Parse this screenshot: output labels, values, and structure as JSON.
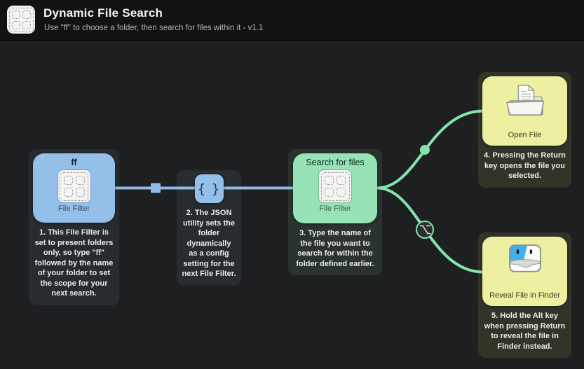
{
  "header": {
    "title": "Dynamic File Search",
    "subtitle": "Use \"ff\" to choose a folder, then search for files within it - v1.1",
    "icon": "file-filter-icon"
  },
  "colors": {
    "node_blue": "#93bfe9",
    "node_green": "#97e2b6",
    "node_yellow": "#edf0a1",
    "line_blue": "#8fbbe9",
    "line_green": "#85e3ac",
    "canvas_bg": "#1e1f20",
    "header_bg": "#121214"
  },
  "workflow": {
    "nodes": [
      {
        "id": "file-filter-1",
        "title": "ff",
        "type_label": "File Filter",
        "icon": "file-filter-icon",
        "caption": "1. This File Filter is set to present folders only, so type \"ff\" followed by the name of your folder to set the scope for your next search."
      },
      {
        "id": "json-config",
        "glyph": "{ }",
        "icon": "json-braces-icon",
        "caption": "2. The JSON utility sets the folder dynamically as a config setting for the next File Filter."
      },
      {
        "id": "file-filter-2",
        "title": "Search for files",
        "type_label": "File Filter",
        "icon": "file-filter-icon",
        "caption": "3. Type the name of the file you want to search for within the folder defined earlier."
      },
      {
        "id": "open-file",
        "title": "Open File",
        "icon": "open-folder-icon",
        "caption": "4. Pressing the Return key opens the file you selected."
      },
      {
        "id": "reveal-file",
        "title": "Reveal File in Finder",
        "icon": "finder-icon",
        "caption": "5. Hold the Alt key when pressing Return to reveal the file in Finder instead."
      }
    ],
    "connections": [
      {
        "from": "file-filter-1",
        "to": "json-config",
        "style": "blue-line-with-square-marker"
      },
      {
        "from": "json-config",
        "to": "file-filter-2",
        "style": "blue-line"
      },
      {
        "from": "file-filter-2",
        "to": "open-file",
        "style": "green-curve-with-dot"
      },
      {
        "from": "file-filter-2",
        "to": "reveal-file",
        "style": "green-curve-with-alt-modifier"
      }
    ],
    "alt_modifier_symbol": "⌥"
  }
}
